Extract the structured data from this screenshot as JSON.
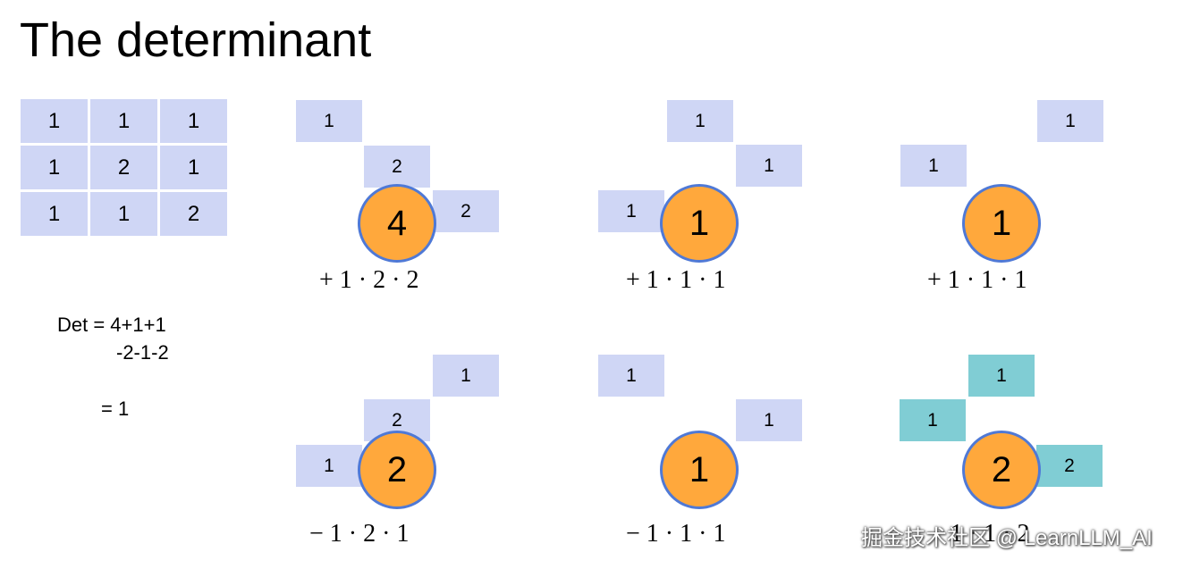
{
  "title": "The determinant",
  "matrix": [
    [
      "1",
      "1",
      "1"
    ],
    [
      "1",
      "2",
      "1"
    ],
    [
      "1",
      "1",
      "2"
    ]
  ],
  "det_lines": [
    "Det = 4+1+1",
    "-2-1-2",
    "= 1"
  ],
  "terms": [
    {
      "cells": [
        "1",
        "2",
        "2"
      ],
      "product": "4",
      "formula": "+  1 · 2 · 2"
    },
    {
      "cells": [
        "1",
        "1",
        "1"
      ],
      "product": "1",
      "formula": "+  1 · 1 · 1"
    },
    {
      "cells": [
        "1",
        "1"
      ],
      "product": "1",
      "formula": "+  1 · 1 · 1"
    },
    {
      "cells": [
        "1",
        "2",
        "1"
      ],
      "product": "2",
      "formula": "−   1 · 2 · 1"
    },
    {
      "cells": [
        "1",
        "1"
      ],
      "product": "1",
      "formula": "−  1 · 1 · 1"
    },
    {
      "cells": [
        "1",
        "1",
        "2"
      ],
      "product": "2",
      "formula": "−  1 · 1 · 2"
    }
  ],
  "watermark": "掘金技术社区 @ LearnLLM_AI",
  "colors": {
    "cell": "#cfd6f5",
    "highlight_cell": "#80cdd4",
    "circle_fill": "#ffa83c",
    "circle_border": "#4f79d6"
  }
}
